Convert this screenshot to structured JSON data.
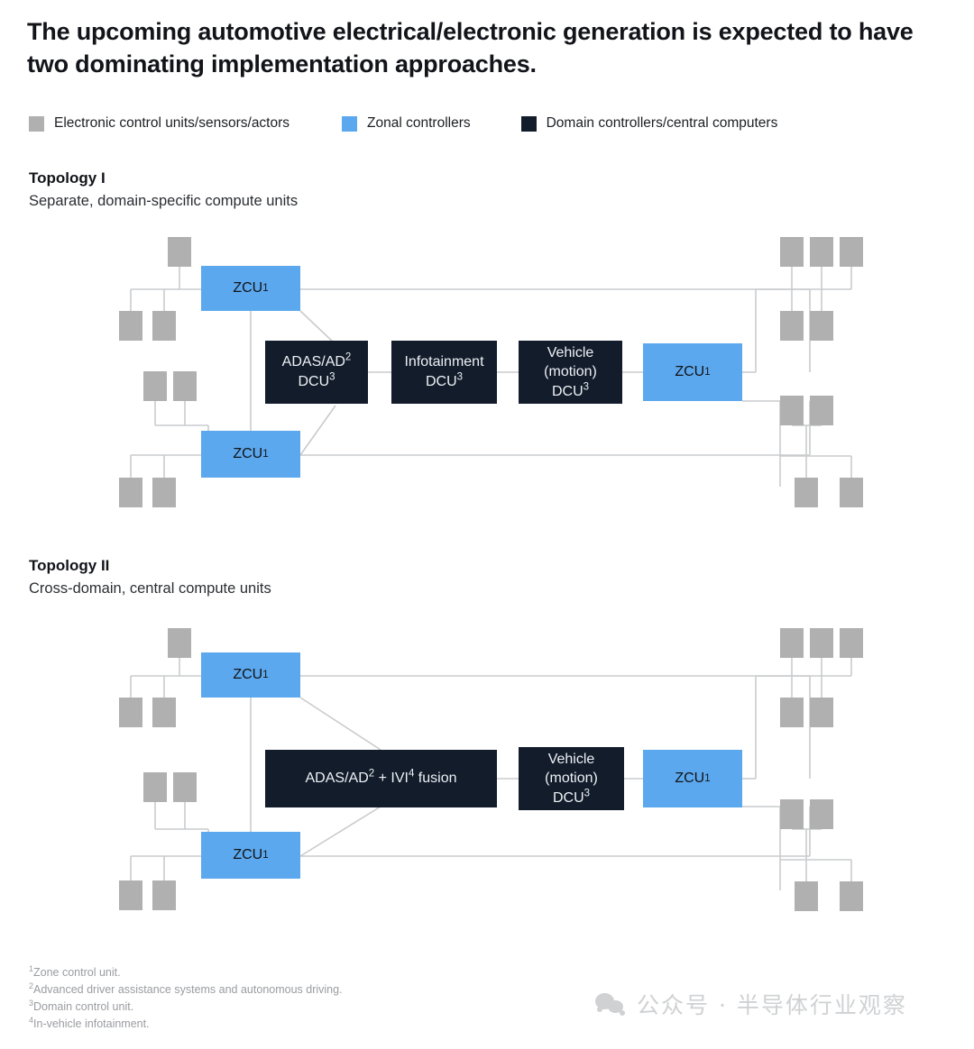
{
  "title": "The upcoming automotive electrical/electronic generation is expected to have two dominating implementation approaches.",
  "colors": {
    "sensor_gray": "#b0b0b0",
    "zonal_blue": "#5ca8ee",
    "domain_navy": "#131c2b",
    "wire_gray": "#c9cbcd",
    "text_dark": "#12141a",
    "footnote_gray": "#9a9ca0",
    "watermark_gray": "#cfd1d3"
  },
  "legend": {
    "items": [
      {
        "label": "Electronic control units/sensors/actors",
        "color": "#b0b0b0",
        "swatch_name": "legend-swatch-ecu"
      },
      {
        "label": "Zonal controllers",
        "color": "#5ca8ee",
        "swatch_name": "legend-swatch-zonal"
      },
      {
        "label": "Domain controllers/central computers",
        "color": "#131c2b",
        "swatch_name": "legend-swatch-domain"
      }
    ]
  },
  "topology_1": {
    "title": "Topology I",
    "subtitle": "Separate, domain-specific compute units",
    "zcu_label": "ZCU",
    "zcu_sup": "1",
    "nodes": {
      "zcu_top_left": "ZCU",
      "zcu_bottom_left": "ZCU",
      "zcu_right": "ZCU"
    },
    "domain_boxes": [
      {
        "line1": "ADAS/AD",
        "sup1": "2",
        "line2": "DCU",
        "sup2": "3"
      },
      {
        "line1": "Infotainment",
        "sup1": "",
        "line2": "DCU",
        "sup2": "3"
      },
      {
        "line1": "Vehicle",
        "line1b": "(motion)",
        "sup1": "",
        "line2": "DCU",
        "sup2": "3"
      }
    ],
    "sensor_count": 19
  },
  "topology_2": {
    "title": "Topology II",
    "subtitle": "Cross-domain, central compute units",
    "zcu_label": "ZCU",
    "zcu_sup": "1",
    "nodes": {
      "zcu_top_left": "ZCU",
      "zcu_bottom_left": "ZCU",
      "zcu_right": "ZCU"
    },
    "domain_boxes": [
      {
        "text_a": "ADAS/AD",
        "sup_a": "2",
        "text_b": " + IVI",
        "sup_b": "4",
        "text_c": " fusion"
      },
      {
        "line1": "Vehicle",
        "line1b": "(motion)",
        "line2": "DCU",
        "sup2": "3"
      }
    ],
    "sensor_count": 19
  },
  "footnotes": [
    {
      "sup": "1",
      "text": "Zone control unit."
    },
    {
      "sup": "2",
      "text": "Advanced driver assistance systems and autonomous driving."
    },
    {
      "sup": "3",
      "text": "Domain control unit."
    },
    {
      "sup": "4",
      "text": "In-vehicle infotainment."
    }
  ],
  "watermark": {
    "text": "公众号 · 半导体行业观察",
    "icon": "wechat-icon"
  }
}
